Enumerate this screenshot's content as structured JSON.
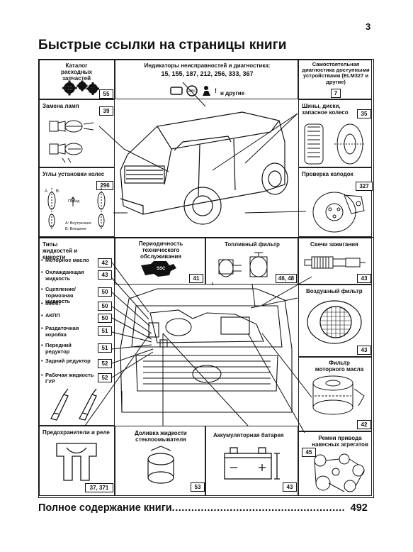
{
  "page_number": "3",
  "title": "Быстрые ссылки на страницы книги",
  "footer": {
    "label": "Полное содержание книги",
    "dots": "......................................................",
    "page": "492"
  },
  "top": {
    "catalog": {
      "label": "Каталог расходных запчастей",
      "page": "55"
    },
    "indicators": {
      "label": "Индикаторы неисправностей и диагностика:",
      "pages": "15, 155, 187, 212, 256, 333, 367",
      "others": "и другие"
    },
    "diagnostics": {
      "label": "Самостоятельная диагностика доступными устройствами (ELM327 и другие)",
      "page": "7"
    },
    "lamps": {
      "label": "Замена ламп",
      "page": "39"
    },
    "tires": {
      "label": "Шины, диски, запасное колесо",
      "page": "35"
    },
    "wheel_alignment": {
      "label": "Углы установки колес",
      "page": "296",
      "legend_front": "Перед",
      "legend_a": "A: Внутреннее",
      "legend_b": "B: Внешнее"
    },
    "brake_pads": {
      "label": "Проверка колодок",
      "page": "327"
    }
  },
  "bottom": {
    "fluids": {
      "label": "Типы жидкостей и емкости",
      "items": [
        {
          "label": "Моторное масло",
          "page": "42"
        },
        {
          "label": "Охлаждающая жидкость",
          "page": "43"
        },
        {
          "label": "Сцепление/тормозная жидкость",
          "page": "50"
        },
        {
          "label": "МКПП",
          "page": "50"
        },
        {
          "label": "АКПП",
          "page": "50"
        },
        {
          "label": "Раздаточная коробка",
          "page": "51"
        },
        {
          "label": "Передний редуктор",
          "page": "51"
        },
        {
          "label": "Задний редуктор",
          "page": "52"
        },
        {
          "label": "Рабочая жидкость ГУР",
          "page": "52"
        }
      ]
    },
    "maintenance": {
      "label": "Периодичность технического обслуживания",
      "page": "41"
    },
    "fuel_filter": {
      "label": "Топливный фильтр",
      "page": "46, 48"
    },
    "spark_plugs": {
      "label": "Свечи зажигания",
      "page": "43"
    },
    "air_filter": {
      "label": "Воздушный фильтр",
      "page": "43"
    },
    "oil_filter": {
      "label": "Фильтр моторного масла",
      "page": "42"
    },
    "fuses": {
      "label": "Предохранители и реле",
      "page": "37, 371"
    },
    "washer": {
      "label": "Доливка жидкости стеклоомывателя",
      "page": "53"
    },
    "battery": {
      "label": "Аккумуляторная батарея",
      "page": "43"
    },
    "belts": {
      "label": "Ремни привода навесных агрегатов",
      "page": "45"
    }
  }
}
